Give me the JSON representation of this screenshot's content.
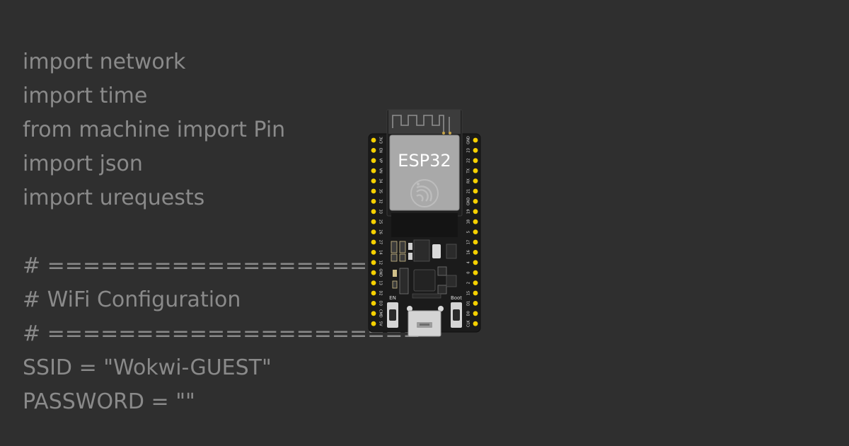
{
  "code_lines": [
    "import network",
    "import time",
    "from machine import Pin",
    "import json",
    "import urequests",
    "",
    "# =====================",
    "# WiFi Configuration",
    "# =====================",
    "SSID = \"Wokwi-GUEST\"",
    "PASSWORD = \"\""
  ],
  "board": {
    "chip_label": "ESP32",
    "en_button_label": "EN",
    "boot_button_label": "Boot",
    "left_pins": [
      "3V3",
      "EN",
      "VP",
      "VN",
      "34",
      "35",
      "32",
      "33",
      "25",
      "26",
      "27",
      "14",
      "12",
      "GND",
      "13",
      "D2",
      "D3",
      "CMD",
      "5V"
    ],
    "right_pins": [
      "GND",
      "23",
      "22",
      "TX",
      "RX",
      "21",
      "GND",
      "19",
      "18",
      "5",
      "17",
      "16",
      "4",
      "0",
      "2",
      "15",
      "D1",
      "D0",
      "CLK"
    ]
  },
  "colors": {
    "background": "#2f2f2f",
    "code_text": "#8a8a8a",
    "pcb": "#1b1b1b",
    "pin_pad": "#f5d000",
    "module_shield": "#a9a9a9"
  },
  "icons": {
    "chip_logo": "espressif-logo-icon"
  }
}
